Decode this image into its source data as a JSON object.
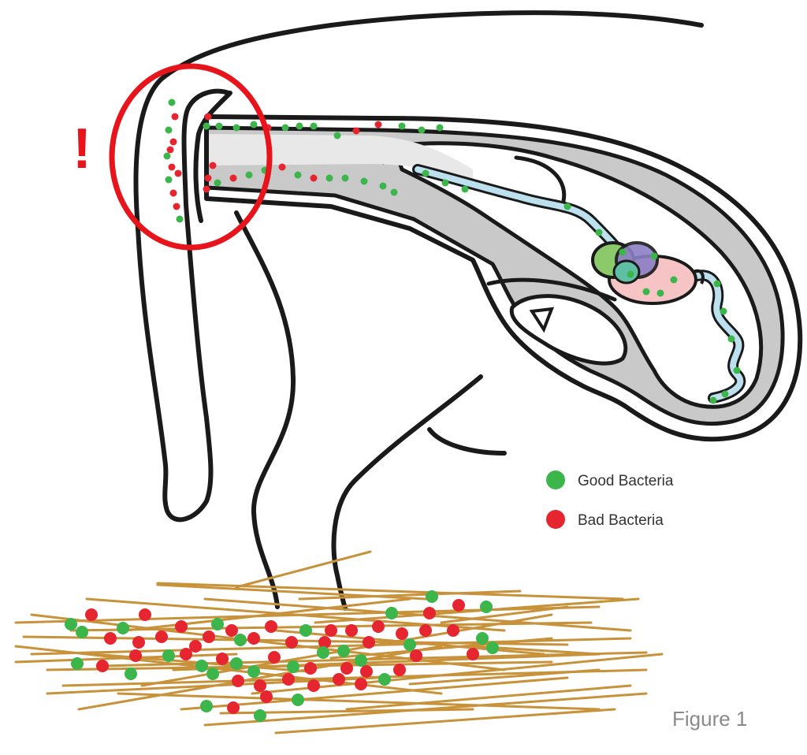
{
  "legend": {
    "good": {
      "label": "Good Bacteria",
      "color": "#3cb54a"
    },
    "bad": {
      "label": "Bad Bacteria",
      "color": "#e52630"
    }
  },
  "alert": {
    "mark": "!",
    "color": "#e8141c"
  },
  "caption": "Figure 1",
  "colors": {
    "outline": "#1a1a1a",
    "tissue": "#c9c9c9",
    "straw": "#c8923a",
    "tube_fill": "#bde0ee",
    "ovary_green": "#8cc96a",
    "ovary_purple": "#8c7fc4",
    "ovary_pink": "#f6c4c4"
  }
}
